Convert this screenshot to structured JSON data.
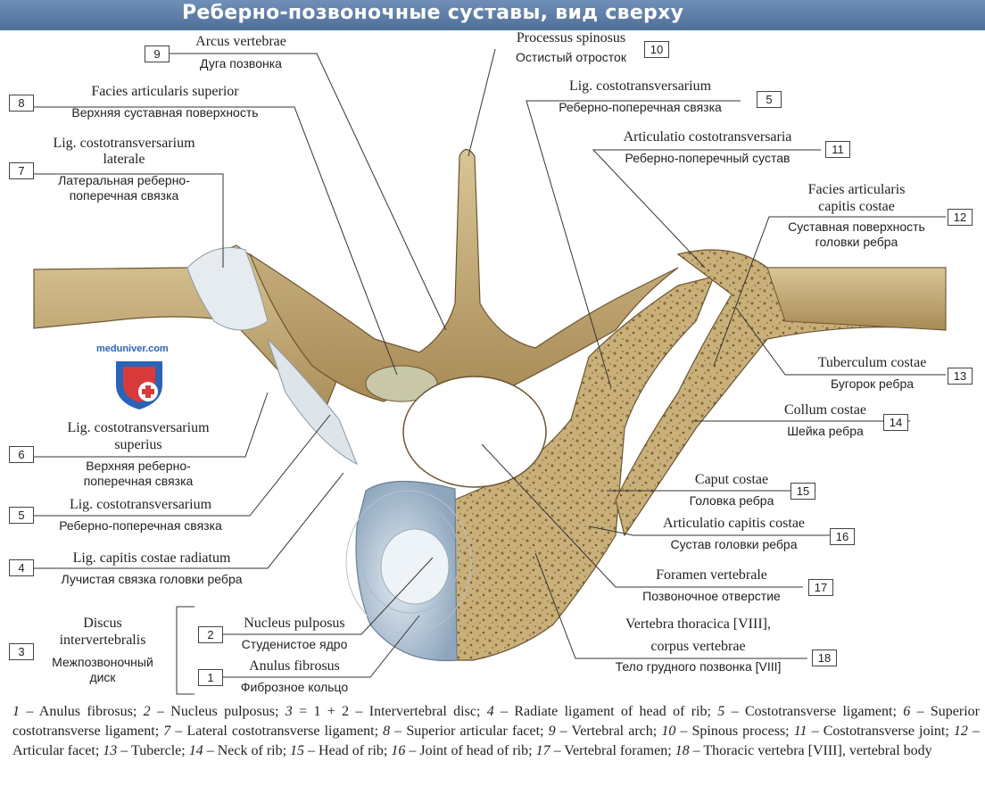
{
  "title": "Реберно-позвоночные суставы, вид сверху",
  "logo_text": "meduniver.com",
  "labels": [
    {
      "num": "9",
      "lat": "Arcus vertebrae",
      "ru": "Дуга позвонка"
    },
    {
      "num": "10",
      "lat": "Processus spinosus",
      "ru": "Остистый отросток"
    },
    {
      "num": "8",
      "lat": "Facies articularis superior",
      "ru": "Верхняя суставная поверхность"
    },
    {
      "num": "5",
      "lat": "Lig. costotransversarium",
      "ru": "Реберно-поперечная связка"
    },
    {
      "num": "7",
      "lat1": "Lig. costotransversarium",
      "lat2": "laterale",
      "ru1": "Латеральная реберно-",
      "ru2": "поперечная связка"
    },
    {
      "num": "11",
      "lat": "Articulatio costotransversaria",
      "ru": "Реберно-поперечный сустав"
    },
    {
      "num": "12",
      "lat1": "Facies articularis",
      "lat2": "capitis costae",
      "ru1": "Суставная поверхность",
      "ru2": "головки ребра"
    },
    {
      "num": "13",
      "lat": "Tuberculum costae",
      "ru": "Бугорок ребра"
    },
    {
      "num": "14",
      "lat": "Collum costae",
      "ru": "Шейка ребра"
    },
    {
      "num": "6",
      "lat1": "Lig. costotransversarium",
      "lat2": "superius",
      "ru1": "Верхняя реберно-",
      "ru2": "поперечная связка"
    },
    {
      "num": "5",
      "lat": "Lig. costotransversarium",
      "ru": "Реберно-поперечная связка"
    },
    {
      "num": "15",
      "lat": "Caput costae",
      "ru": "Головка ребра"
    },
    {
      "num": "16",
      "lat": "Articulatio capitis costae",
      "ru": "Сустав головки ребра"
    },
    {
      "num": "4",
      "lat": "Lig. capitis costae radiatum",
      "ru": "Лучистая связка головки ребра"
    },
    {
      "num": "17",
      "lat": "Foramen vertebrale",
      "ru": "Позвоночное отверстие"
    },
    {
      "num": "3",
      "lat1": "Discus",
      "lat2": "intervertebralis",
      "ru1": "Межпозвоночный",
      "ru2": "диск"
    },
    {
      "num": "2",
      "lat": "Nucleus pulposus",
      "ru": "Студенистое ядро"
    },
    {
      "num": "18",
      "lat1": "Vertebra thoracica [VIII],",
      "lat2": "corpus vertebrae",
      "ru": "Тело грудного позвонка [VIII]"
    },
    {
      "num": "1",
      "lat": "Anulus fibrosus",
      "ru": "Фиброзное кольцо"
    }
  ],
  "caption": [
    {
      "n": "1",
      "t": " – Anulus fibrosus; "
    },
    {
      "n": "2",
      "t": " – Nucleus pulposus; "
    },
    {
      "n": "3",
      "t": " = 1 + 2 – Intervertebral disc; "
    },
    {
      "n": "4",
      "t": " – Radiate ligament of head of rib; "
    },
    {
      "n": "5",
      "t": " – Costotransverse ligament; "
    },
    {
      "n": "6",
      "t": " – Superior costotransverse ligament; "
    },
    {
      "n": "7",
      "t": " – Lateral costotransverse ligament; "
    },
    {
      "n": "8",
      "t": " – Superior articular facet; "
    },
    {
      "n": "9",
      "t": " – Vertebral arch; "
    },
    {
      "n": "10",
      "t": " – Spinous process; "
    },
    {
      "n": "11",
      "t": " – Costotransverse joint; "
    },
    {
      "n": "12",
      "t": " – Articular facet; "
    },
    {
      "n": "13",
      "t": " – Tubercle; "
    },
    {
      "n": "14",
      "t": " – Neck of rib; "
    },
    {
      "n": "15",
      "t": " – Head of rib; "
    },
    {
      "n": "16",
      "t": " – Joint of head of rib; "
    },
    {
      "n": "17",
      "t": " – Vertebral foramen; "
    },
    {
      "n": "18",
      "t": " – Thoracic vertebra [VIII], vertebral body"
    }
  ]
}
